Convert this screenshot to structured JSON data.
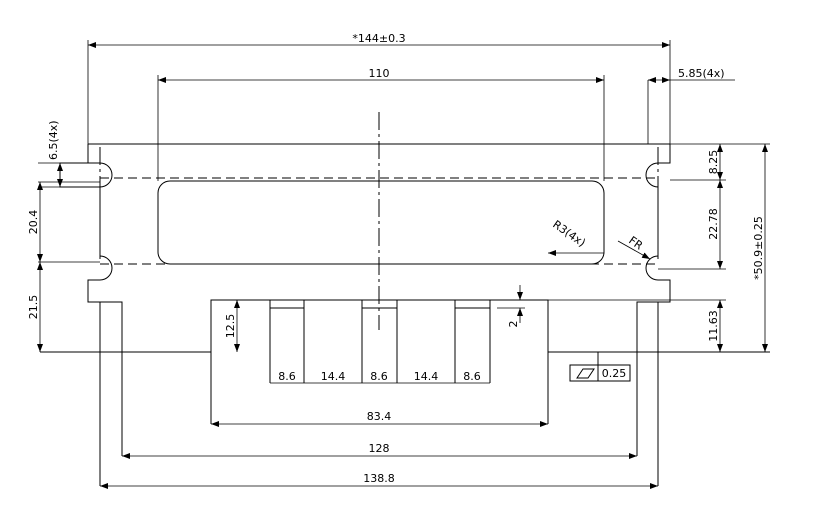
{
  "dimensions": {
    "overall_width": "*144±0.3",
    "inner_window": "110",
    "slot_offset": "5.85(4x)",
    "slot_width": "6.5(4x)",
    "mid_span": "20.4",
    "lower_left": "21.5",
    "top_offset": "8.25",
    "window_height": "22.78",
    "overall_height": "*50.9±0.25",
    "lower_right": "11.63",
    "step_height": "12.5",
    "notch_depth": "2",
    "seg_1": "8.6",
    "seg_2": "14.4",
    "seg_3": "8.6",
    "seg_4": "14.4",
    "seg_5": "8.6",
    "tab_width": "83.4",
    "lower_body": "128",
    "body_width": "138.8",
    "corner_radius": "R3(4x)",
    "fillet": "FR"
  },
  "flatness_callout": {
    "icon": "flatness-parallelogram-icon",
    "value": "0.25"
  }
}
